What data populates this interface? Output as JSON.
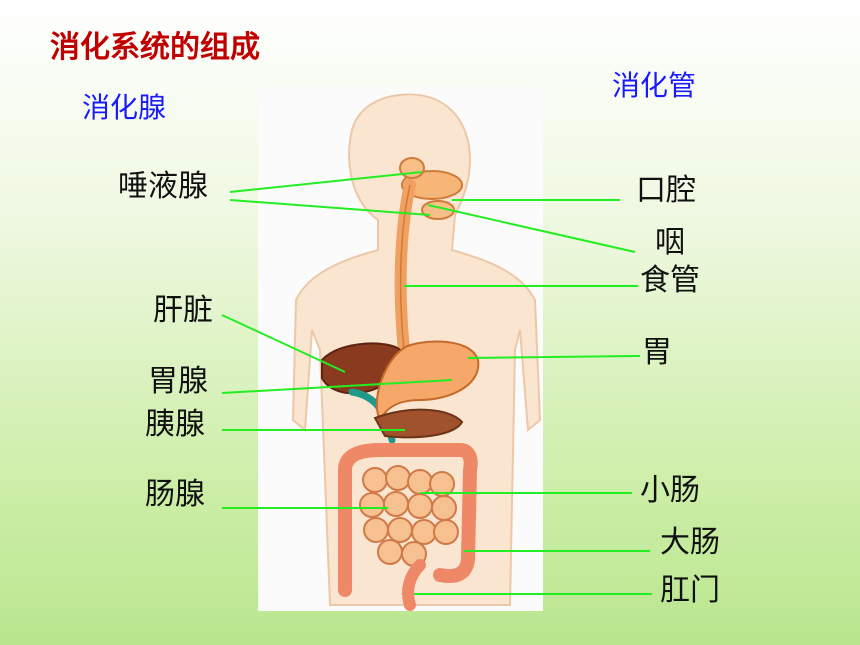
{
  "title": "消化系统的组成",
  "left_heading": "消化腺",
  "right_heading": "消化管",
  "left_labels": {
    "salivary": "唾液腺",
    "liver": "肝脏",
    "gastric": "胃腺",
    "pancreas": "胰腺",
    "intestinal": "肠腺"
  },
  "right_labels": {
    "mouth": "口腔",
    "pharynx": "咽",
    "esophagus": "食管",
    "stomach": "胃",
    "small_intestine": "小肠",
    "large_intestine": "大肠",
    "anus": "肛门"
  },
  "colors": {
    "title": "#c00000",
    "heading": "#1a1aff",
    "leader_line": "#22ee22",
    "organ": "#f0a060"
  }
}
